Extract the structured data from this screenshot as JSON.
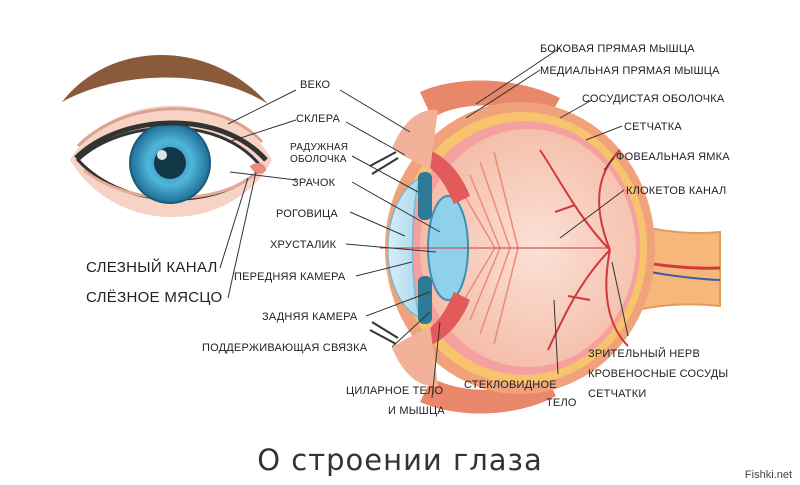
{
  "title": "О строении глаза",
  "watermark": "Fishki.net",
  "labels": {
    "eyelid": "ВЕКО",
    "sclera": "СКЛЕРА",
    "iris_1": "РАДУЖНАЯ",
    "iris_2": "ОБОЛОЧКА",
    "pupil": "ЗРАЧОК",
    "cornea": "РОГОВИЦА",
    "lens": "ХРУСТАЛИК",
    "anterior_chamber": "ПЕРЕДНЯЯ КАМЕРА",
    "posterior_chamber": "ЗАДНЯЯ КАМЕРА",
    "suspensory_ligament": "ПОДДЕРЖИВАЮЩАЯ СВЯЗКА",
    "ciliary_1": "ЦИЛАРНОЕ ТЕЛО",
    "ciliary_2": "И МЫШЦА",
    "vitreous_1": "СТЕКЛОВИДНОЕ",
    "vitreous_2": "ТЕЛО",
    "lateral_rectus": "БОКОВАЯ ПРЯМАЯ МЫШЦА",
    "medial_rectus": "МЕДИАЛЬНАЯ ПРЯМАЯ МЫШЦА",
    "choroid": "СОСУДИСТАЯ ОБОЛОЧКА",
    "retina": "СЕТЧАТКА",
    "fovea": "ФОВЕАЛЬНАЯ ЯМКА",
    "cloquet": "КЛОКЕТОВ КАНАЛ",
    "optic_nerve_1": "ЗРИТЕЛЬНЫЙ НЕРВ",
    "optic_nerve_2": "КРОВЕНОСНЫЕ СОСУДЫ",
    "optic_nerve_3": "СЕТЧАТКИ",
    "lacrimal_canal": "СЛЕЗНЫЙ КАНАЛ",
    "lacrimal_caruncle": "СЛЁЗНОЕ МЯСЦО"
  },
  "colors": {
    "brow": "#8a5a3b",
    "skin": "#f6d3c5",
    "iris": "#46a9cf",
    "pupil": "#123848",
    "sclera_outer": "#f0a37a",
    "vitreous": "#f7cdbf",
    "vessel": "#d13a3a",
    "optic_nerve": "#f5b77a",
    "muscle": "#e8876a"
  }
}
